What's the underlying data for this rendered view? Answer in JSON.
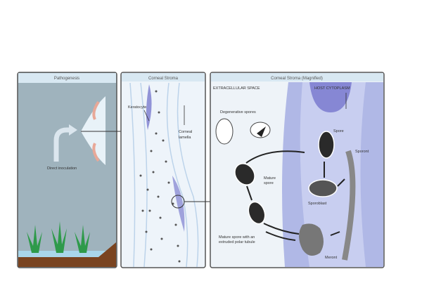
{
  "panels": {
    "pathogenesis": {
      "title": "Pathogenesis",
      "label": "Direct inoculation"
    },
    "stroma": {
      "title": "Corneal Stroma",
      "keratocyte": "Keratocyte",
      "lamella1": "Corneal",
      "lamella2": "lamella"
    },
    "magnified": {
      "title": "Corneal Stroma (Magnified)",
      "extracellular": "EXTRACELLULAR SPACE",
      "host": "HOST CYTOPLASM",
      "degenerative": "Degenerative spores",
      "spore": "Spore",
      "sporont": "Sporont",
      "mature1": "Mature",
      "mature2": "spore",
      "sporoblast": "Sporoblast",
      "extruded1": "Mature spore with an",
      "extruded2": "extruded polar tubule",
      "meront": "Meront"
    }
  }
}
